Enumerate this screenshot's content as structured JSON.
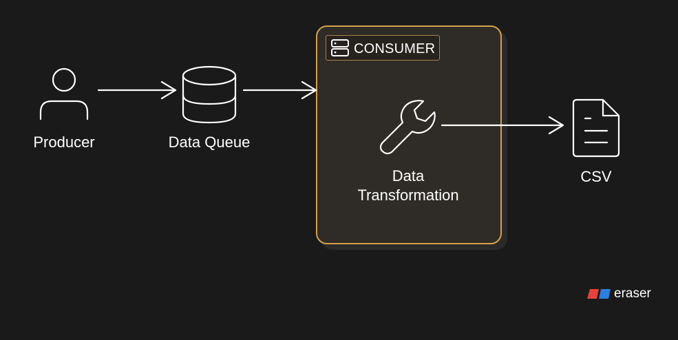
{
  "nodes": {
    "producer": {
      "label": "Producer",
      "icon": "user-icon"
    },
    "queue": {
      "label": "Data Queue",
      "icon": "database-icon"
    },
    "transform": {
      "label_line1": "Data",
      "label_line2": "Transformation",
      "icon": "wrench-icon"
    },
    "csv": {
      "label": "CSV",
      "icon": "document-icon"
    }
  },
  "group": {
    "title": "CONSUMER",
    "icon": "server-icon",
    "border_color": "#d8a24a",
    "fill_color": "#2f2c27"
  },
  "edges": [
    {
      "from": "producer",
      "to": "queue"
    },
    {
      "from": "queue",
      "to": "group"
    },
    {
      "from": "transform",
      "to": "csv"
    }
  ],
  "colors": {
    "background": "#1a1a1a",
    "stroke": "#ffffff",
    "brand_red": "#e8413b",
    "brand_blue": "#2b7fe0"
  },
  "brand": {
    "name": "eraser"
  }
}
